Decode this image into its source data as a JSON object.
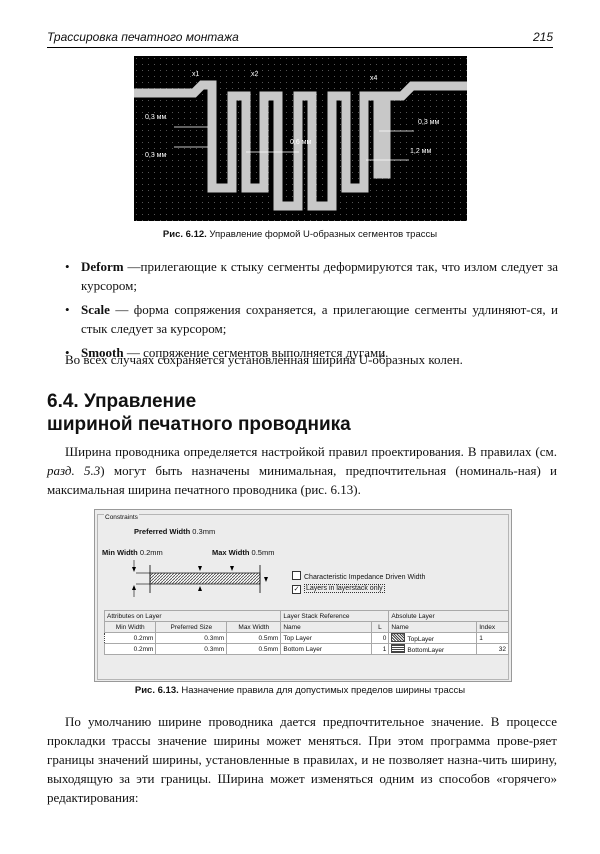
{
  "header": {
    "left": "Трассировка печатного монтажа",
    "right": "215"
  },
  "figure1": {
    "labels": {
      "x1": "x1",
      "x2": "x2",
      "x4": "x4",
      "d1": "0,3 мм",
      "d2": "0,3 мм",
      "d3": "0,6 мм",
      "d4": "0,3 мм",
      "d5": "1,2 мм"
    },
    "caption_num": "Рис. 6.12.",
    "caption_text": " Управление формой U-образных сегментов трассы"
  },
  "bullets": [
    {
      "term": "Deform",
      "text": " —прилегающие к стыку сегменты деформируются так, что излом следует за курсором;"
    },
    {
      "term": "Scale",
      "text": " — форма сопряжения сохраняется, а прилегающие сегменты удлиняют-ся, и стык следует за курсором;"
    },
    {
      "term": "Smooth",
      "text": " — сопряжение сегментов выполняется дугами."
    }
  ],
  "para1": "Во всех случаях сохраняется установленная ширина U-образных колен.",
  "section": {
    "line1": "6.4. Управление",
    "line2": "шириной печатного проводника"
  },
  "para2": {
    "a": "Ширина проводника определяется настройкой правил проектирования. В правилах (см. ",
    "ref": "разд. 5.3",
    "b": ") могут быть назначены минимальная, предпочтительная (номиналь-ная) и максимальная ширина печатного проводника (рис. 6.13)."
  },
  "figure2": {
    "group": "Constraints",
    "preferred_label": "Preferred Width",
    "preferred_value": "0.3mm",
    "min_label": "Min Width",
    "min_value": "0.2mm",
    "max_label": "Max Width",
    "max_value": "0.5mm",
    "check1": "Characteristic Impedance Driven Width",
    "check2": "Layers in layerstack only",
    "table": {
      "groups": [
        "Attributes on Layer",
        "Layer Stack Reference",
        "Absolute Layer"
      ],
      "columns": [
        "Min Width",
        "Preferred Size",
        "Max Width",
        "Name",
        "L",
        "Name",
        "Index"
      ],
      "rows": [
        [
          "0.2mm",
          "0.3mm",
          "0.5mm",
          "Top Layer",
          "0",
          "TopLayer",
          "1"
        ],
        [
          "0.2mm",
          "0.3mm",
          "0.5mm",
          "Bottom Layer",
          "1",
          "BottomLayer",
          "32"
        ]
      ]
    },
    "caption_num": "Рис. 6.13.",
    "caption_text": " Назначение правила для допустимых пределов ширины трассы"
  },
  "para3": "По умолчанию ширине проводника дается предпочтительное значение. В процессе прокладки трассы значение ширины может меняться. При этом программа прове-ряет границы значений ширины, установленные в правилах, и не позволяет назна-чить ширину, выходящую за эти границы. Ширина может изменяться одним из способов «горячего» редактирования:"
}
